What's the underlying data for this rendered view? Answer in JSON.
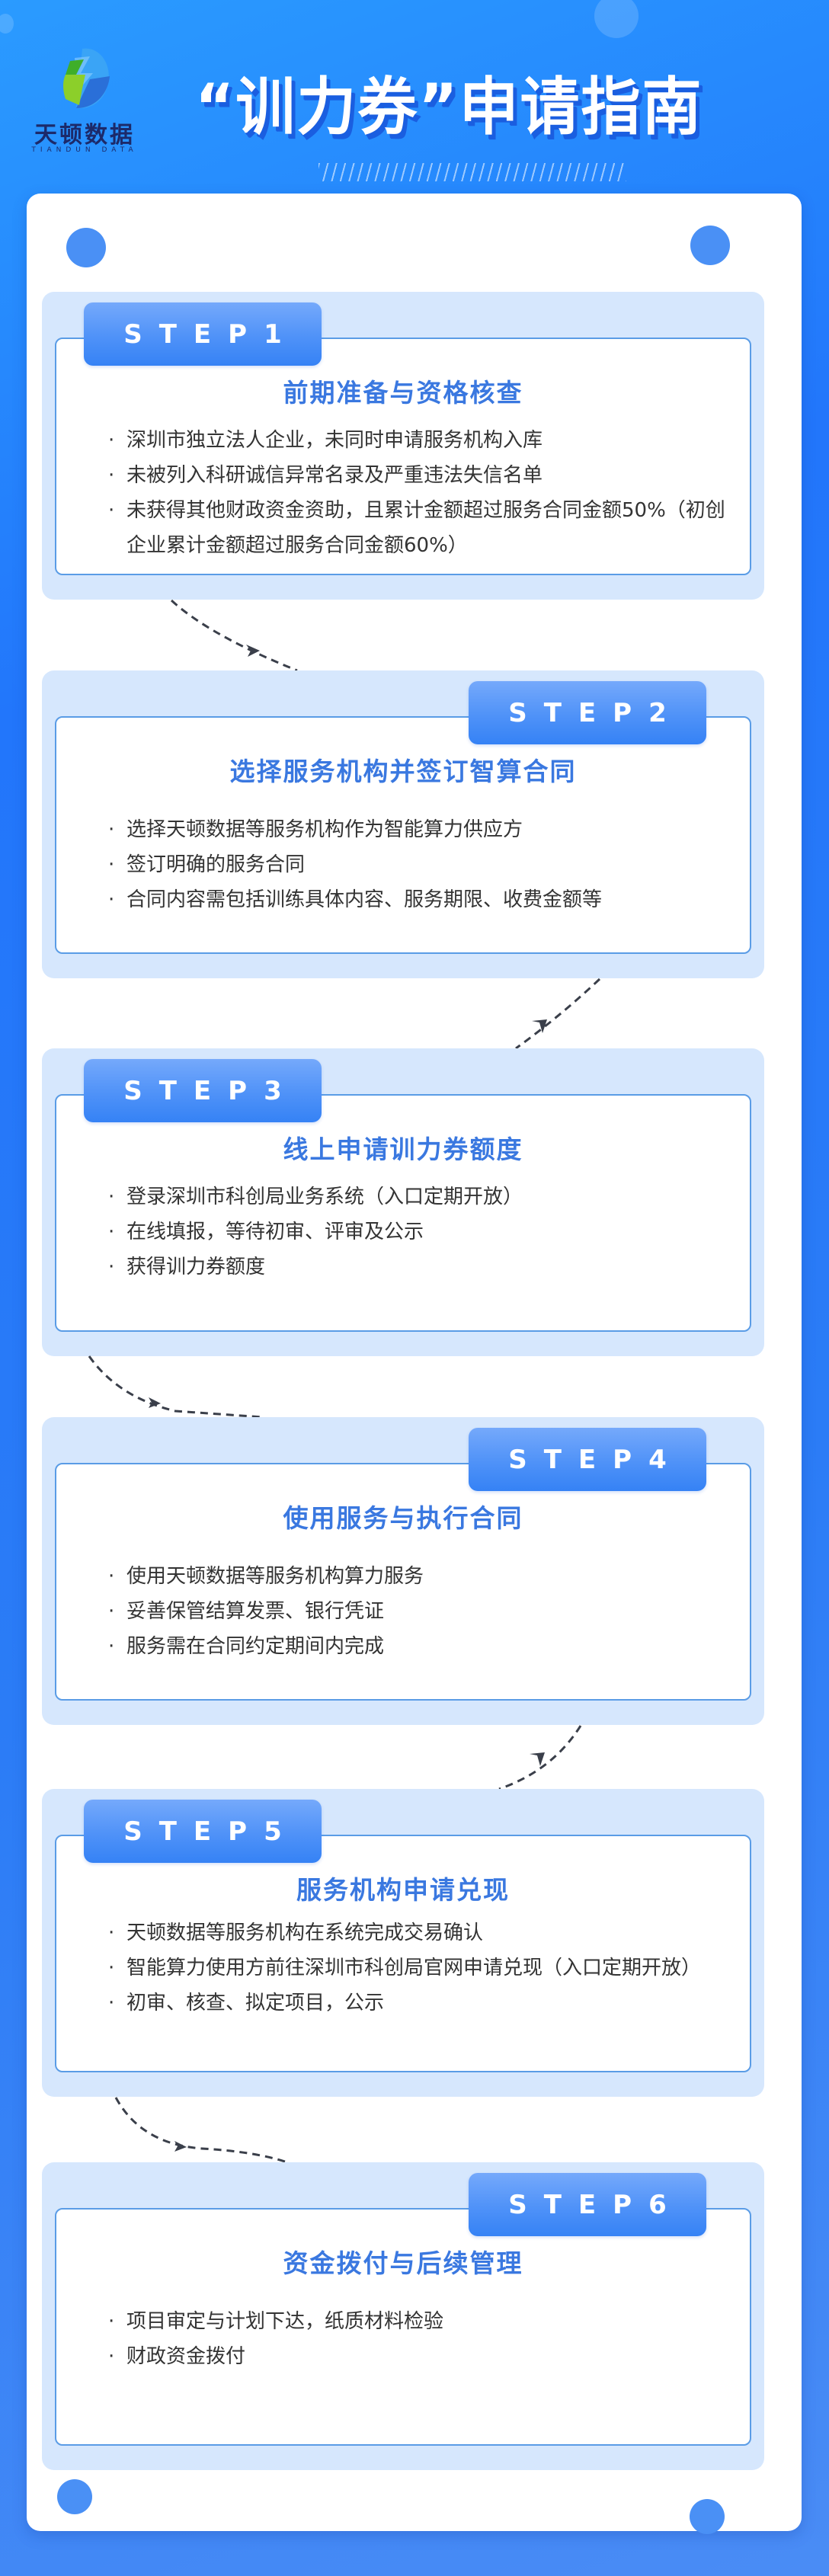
{
  "header": {
    "logo": {
      "name_cn": "天顿数据",
      "name_en": "TIANDUN DATA",
      "icon": "lightning-bolt-logo-icon"
    },
    "title": "“训力券”申请指南",
    "decoration": "diagonal-stripes"
  },
  "colors": {
    "background_top": "#2a9bff",
    "background_bottom": "#4a8cf5",
    "card": "#ffffff",
    "step_panel": "#d6e7fd",
    "inner_border": "#5a9ce6",
    "badge_top": "#75a9fb",
    "badge_bottom": "#3582f5",
    "step_title": "#3a78e0",
    "body_text": "#333333",
    "dot": "#4a90f5"
  },
  "steps": [
    {
      "badge": "STEP1",
      "title": "前期准备与资格核查",
      "items": [
        "深圳市独立法人企业，未同时申请服务机构入库",
        "未被列入科研诚信异常名录及严重违法失信名单",
        "未获得其他财政资金资助，且累计金额超过服务合同金额50%（初创企业累计金额超过服务合同金额60%）"
      ]
    },
    {
      "badge": "STEP2",
      "title": "选择服务机构并签订智算合同",
      "items": [
        "选择天顿数据等服务机构作为智能算力供应方",
        "签订明确的服务合同",
        "合同内容需包括训练具体内容、服务期限、收费金额等"
      ]
    },
    {
      "badge": "STEP3",
      "title": "线上申请训力券额度",
      "items": [
        "登录深圳市科创局业务系统（入口定期开放）",
        "在线填报，等待初审、评审及公示",
        "获得训力券额度"
      ]
    },
    {
      "badge": "STEP4",
      "title": "使用服务与执行合同",
      "items": [
        "使用天顿数据等服务机构算力服务",
        "妥善保管结算发票、银行凭证",
        "服务需在合同约定期间内完成"
      ]
    },
    {
      "badge": "STEP5",
      "title": "服务机构申请兑现",
      "items": [
        "天顿数据等服务机构在系统完成交易确认",
        "智能算力使用方前往深圳市科创局官网申请兑现（入口定期开放）",
        "初审、核查、拟定项目，公示"
      ]
    },
    {
      "badge": "STEP6",
      "title": "资金拨付与后续管理",
      "items": [
        "项目审定与计划下达，纸质材料检验",
        "财政资金拨付"
      ]
    }
  ]
}
